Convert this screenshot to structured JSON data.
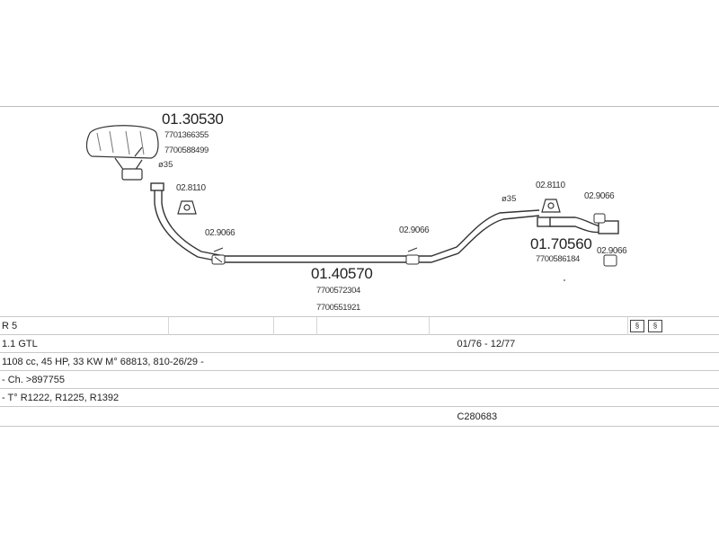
{
  "diagram": {
    "parts": [
      {
        "number": "01.30530",
        "oe": [
          "7701366355",
          "7700588499"
        ]
      },
      {
        "number": "01.40570",
        "oe": [
          "7700572304",
          "7700551921"
        ]
      },
      {
        "number": "01.70560",
        "oe": [
          "7700586184"
        ]
      }
    ],
    "fittings": {
      "clamp_front": "02.8110",
      "clamp_rear": "02.8110",
      "hanger_1": "02.9066",
      "hanger_2": "02.9066",
      "hanger_3": "02.9066",
      "hanger_4": "02.9066"
    },
    "diameters": {
      "front": "ø35",
      "rear": "ø35"
    }
  },
  "vehicle": {
    "model": "R 5",
    "version": "1.1 GTL",
    "period": "01/76 - 12/77",
    "engine": "1108 cc, 45 HP, 33 KW M° 68813, 810-26/29 -",
    "chassis": "- Ch. >897755",
    "type": "- T° R1222, R1225, R1392",
    "code": "C280683"
  },
  "icons": [
    "exhaust-type-icon",
    "mounting-icon"
  ]
}
